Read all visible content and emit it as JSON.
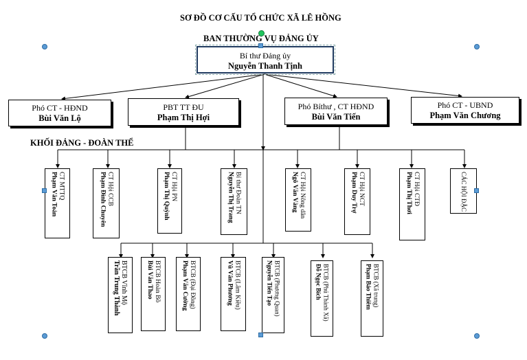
{
  "title": "SƠ ĐỒ CƠ CẤU TỔ CHỨC XÃ LÊ HỒNG",
  "subtitle": "BAN THƯỜNG VỤ ĐẢNG ỦY",
  "section_label": "KHỐI ĐẢNG - ĐOÀN THỂ",
  "top": {
    "role": "Bí thư Đảng ủy",
    "name": "Nguyễn Thanh Tịnh"
  },
  "level2": [
    {
      "role": "Phó CT - HĐND",
      "name": "Bùi Văn Lộ"
    },
    {
      "role": "PBT TT ĐU",
      "name": "Phạm Thị Hợi"
    },
    {
      "role": "Phó Bíthư , CT HĐND",
      "name": "Bùi Văn Tiến"
    },
    {
      "role": "Phó CT - UBND",
      "name": "Phạm Văn Chương"
    }
  ],
  "unions": [
    {
      "role": "CT MTTQ",
      "name": "Phạm Văn Toàn"
    },
    {
      "role": "CT Hội CCB",
      "name": "Phạm Đình Chuyên"
    },
    {
      "role": "CT Hội PN",
      "name": "Phạm Thị Quỳnh"
    },
    {
      "role": "Bí thư Đoàn TN",
      "name": "Nguyễn Thị Trang"
    },
    {
      "role": "CT Hội Nông dân",
      "name": "Ngô Văn Vàng"
    },
    {
      "role": "CT Hội NCT",
      "name": "Phạm Duy Trợ"
    },
    {
      "role": "CT Hội CTĐ",
      "name": "Phạm Thị Thơi"
    },
    {
      "role": "CÁC HỘI ĐẶC THÙ",
      "name": ""
    }
  ],
  "branches": [
    {
      "role": "BTCB Vĩnh Mộ",
      "name": "Trần Trung Thành"
    },
    {
      "role": "BTCB Hoàn Bồ",
      "name": "Bùi Văn Thao"
    },
    {
      "role": "BTCB (Đại Đồng)",
      "name": "Phạm Văn Cường"
    },
    {
      "role": "BTCB (Lâm Kiều)",
      "name": "Vũ Văn Phương"
    },
    {
      "role": "BTCB (Phương Quan)",
      "name": "Nguyễn Tiến Tạo"
    },
    {
      "role": "BTCB (Phú Thành Xã)",
      "name": "Đỗ Ngọc Bích"
    },
    {
      "role": "BTCB (Xã trung)",
      "name": "Phạm Bảo Thiêm"
    }
  ]
}
